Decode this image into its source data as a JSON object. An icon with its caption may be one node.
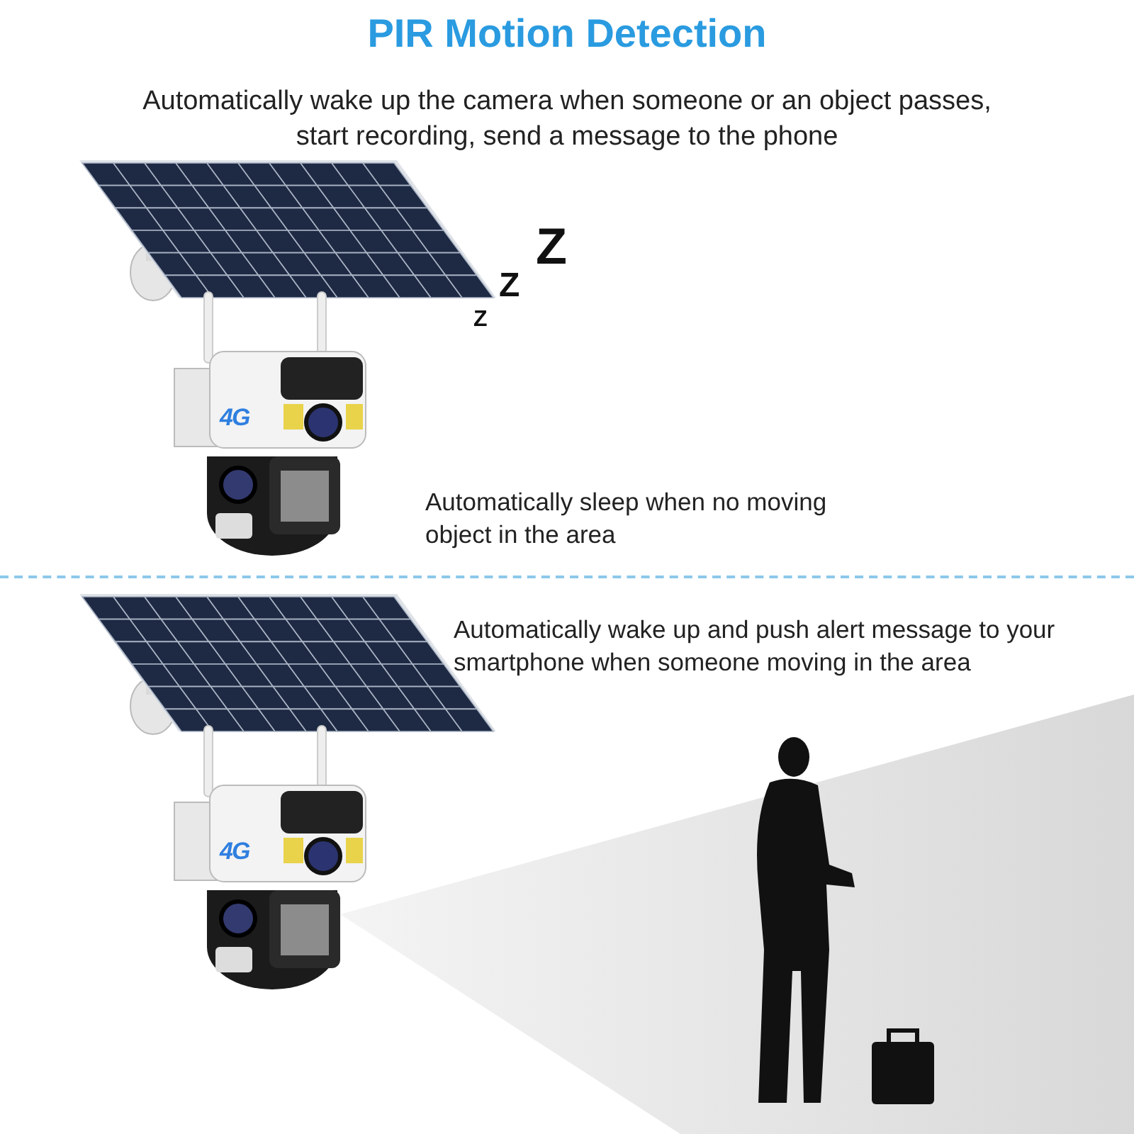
{
  "diagram": {
    "title": "PIR Motion Detection",
    "labels": [
      "Automatically wake up the camera when someone or an object passes, start recording, send a message to the phone",
      "Z",
      "Z",
      "Z",
      "4G",
      "Automatically sleep when no moving object in the area",
      "Automatically wake up and push alert message to your smartphone when someone moving in the area",
      "4G"
    ]
  }
}
